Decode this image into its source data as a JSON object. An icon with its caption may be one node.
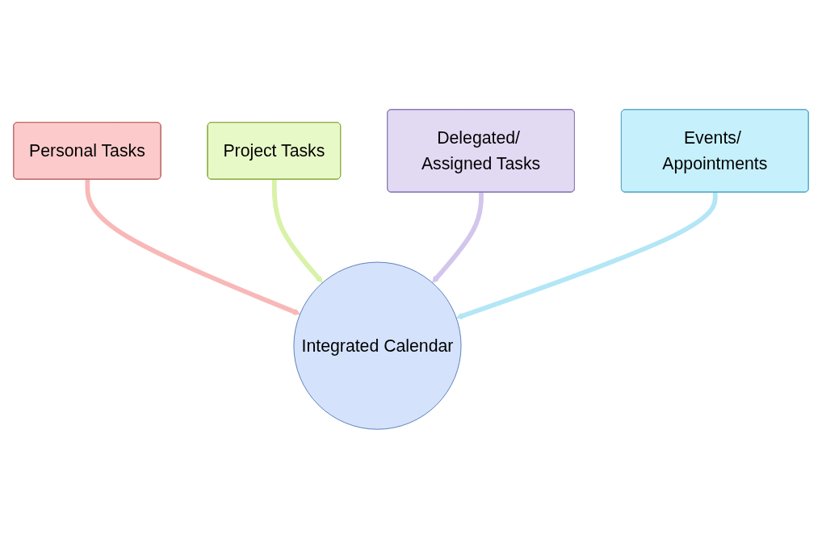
{
  "diagram": {
    "nodes": [
      {
        "text": [
          "Project Tasks"
        ]
      },
      {
        "text": [
          "Delegated/ Assigned Tasks"
        ]
      },
      {
        "text": [
          "Personal Tasks"
        ]
      },
      {
        "text": [
          "Events/ Appointments"
        ]
      },
      {
        "text": [
          "Integrated Calendar"
        ]
      }
    ],
    "edges": [
      {
        "from": 2,
        "to": 4,
        "arrow": "to",
        "color": "#f9b8b8"
      },
      {
        "from": 0,
        "to": 4,
        "arrow": "to",
        "color": "#d8f2a8"
      },
      {
        "from": 1,
        "to": 4,
        "arrow": "to",
        "color": "#d3c6ec"
      },
      {
        "from": 3,
        "to": 4,
        "arrow": "to",
        "color": "#b3e6f6"
      }
    ]
  }
}
